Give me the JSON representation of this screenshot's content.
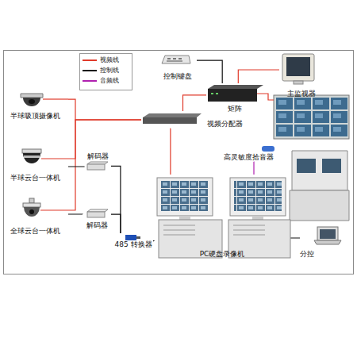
{
  "diagram": {
    "nodes": [
      {
        "text": [
          "控制键盘"
        ]
      },
      {
        "text": [
          "主监视器"
        ]
      },
      {
        "text": [
          "矩阵"
        ]
      },
      {
        "text": [
          "半球吸顶摄像机"
        ]
      },
      {
        "text": [
          "视频分配器"
        ]
      },
      {
        "text": [
          "半球云台一体机"
        ]
      },
      {
        "text": [
          "解码器"
        ]
      },
      {
        "text": [
          "高灵敏度拾音器"
        ]
      },
      {
        "text": [
          "全球云台一体机"
        ]
      },
      {
        "text": [
          "解码器"
        ]
      },
      {
        "text": [
          "485 转换器"
        ]
      },
      {
        "text": [
          "PC硬盘录像机"
        ]
      },
      {
        "text": [
          "分控"
        ]
      }
    ],
    "edges": [
      {
        "from": 0,
        "to": 2,
        "arrow": "none"
      },
      {
        "from": 2,
        "to": 1,
        "arrow": "none"
      },
      {
        "from": 3,
        "to": 4,
        "arrow": "none"
      },
      {
        "from": 5,
        "to": 4,
        "arrow": "none"
      },
      {
        "from": 8,
        "to": 4,
        "arrow": "none"
      },
      {
        "from": 4,
        "to": 2,
        "arrow": "none"
      },
      {
        "from": 4,
        "to": 11,
        "arrow": "none"
      },
      {
        "from": 6,
        "to": 5,
        "arrow": "none"
      },
      {
        "from": 9,
        "to": 8,
        "arrow": "none"
      },
      {
        "from": 10,
        "to": 6,
        "arrow": "none"
      },
      {
        "from": 10,
        "to": 9,
        "arrow": "none"
      },
      {
        "from": 10,
        "to": 11,
        "arrow": "none"
      },
      {
        "from": 7,
        "to": 11,
        "arrow": "none"
      },
      {
        "from": 11,
        "to": 12,
        "arrow": "none"
      }
    ],
    "legend": [
      {
        "text": "视频线",
        "color": "#e03a2a"
      },
      {
        "text": "控制线",
        "color": "#111111"
      },
      {
        "text": "音频线",
        "color": "#b020b0"
      }
    ]
  }
}
